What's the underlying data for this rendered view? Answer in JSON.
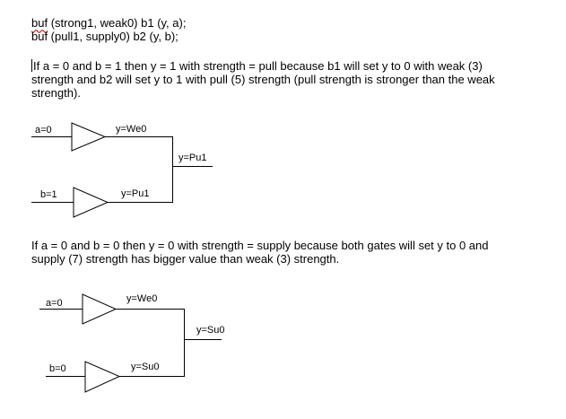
{
  "code": {
    "line1_keyword": "buf",
    "line1_rest": " (strong1, weak0) b1 (y, a);",
    "line2": "buf (pull1, supply0) b2 (y, b);"
  },
  "paragraphs": {
    "p1_first": "I",
    "p1_rest": "f a = 0 and b = 1 then y = 1 with strength = pull because b1 will set y to 0 with weak (3) strength and b2 will set y to 1 with pull (5) strength (pull strength is stronger than the weak strength).",
    "p2": "If a = 0 and b = 0 then y = 0 with strength = supply because both gates will set y to 0 and supply (7) strength has bigger value than weak (3) strength."
  },
  "circuit1": {
    "input_a": "a=0",
    "input_b": "b=1",
    "out_top": "y=We0",
    "out_bottom": "y=Pu1",
    "out_result": "y=Pu1"
  },
  "circuit2": {
    "input_a": "a=0",
    "input_b": "b=0",
    "out_top": "y=We0",
    "out_bottom": "y=Su0",
    "out_result": "y=Su0"
  }
}
